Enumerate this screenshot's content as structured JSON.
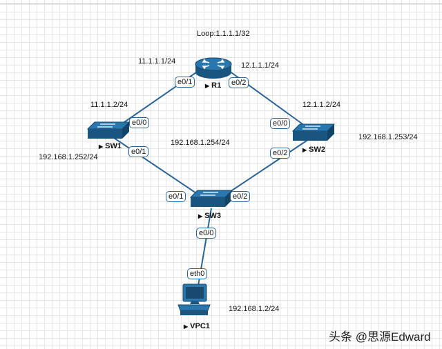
{
  "diagram": {
    "loop_label": "Loop:1.1.1.1/32",
    "nodes": {
      "r1": {
        "name": "R1"
      },
      "sw1": {
        "name": "SW1"
      },
      "sw2": {
        "name": "SW2"
      },
      "sw3": {
        "name": "SW3"
      },
      "vpc1": {
        "name": "VPC1"
      }
    },
    "ports": {
      "r1_e01": "e0/1",
      "r1_e02": "e0/2",
      "sw1_e00": "e0/0",
      "sw1_e01": "e0/1",
      "sw2_e00": "e0/0",
      "sw2_e02": "e0/2",
      "sw3_e01": "e0/1",
      "sw3_e02": "e0/2",
      "sw3_e00": "e0/0",
      "vpc1_eth0": "eth0"
    },
    "addresses": {
      "r1_e01_ip": "11.1.1.1/24",
      "r1_e02_ip": "12.1.1.1/24",
      "sw1_e00_ip": "11.1.1.2/24",
      "sw2_e00_ip": "12.1.1.2/24",
      "sw1_vlan_ip": "192.168.1.252/24",
      "sw2_vlan_ip": "192.168.1.253/24",
      "sw3_vlan_ip": "192.168.1.254/24",
      "vpc1_ip": "192.168.1.2/24"
    },
    "device_color": "#1f5f8b",
    "link_color": "#2a6496"
  },
  "watermark": "头条 @思源Edward"
}
